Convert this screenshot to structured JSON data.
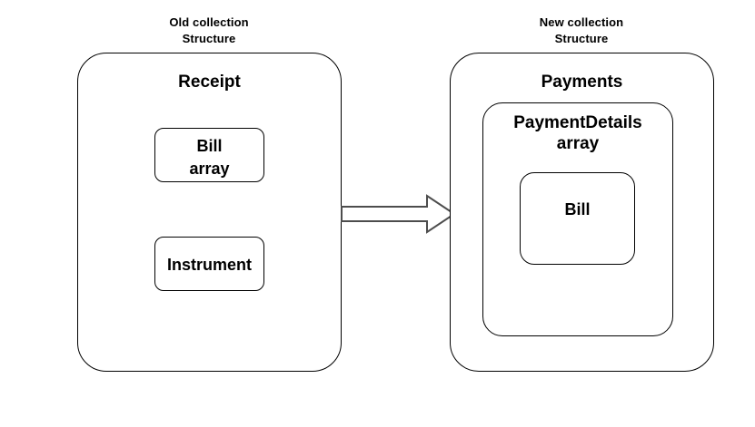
{
  "diagram": {
    "background_color": "#ffffff",
    "stroke_color": "#000000",
    "captions": {
      "left": "Old collection\nStructure",
      "right": "New collection\nStructure"
    },
    "old_structure": {
      "title": "Receipt",
      "children": [
        {
          "title": "Bill\narray"
        },
        {
          "title": "Instrument"
        }
      ]
    },
    "new_structure": {
      "title": "Payments",
      "children": [
        {
          "title": "PaymentDetails\narray",
          "children": [
            {
              "title": "Bill"
            }
          ]
        }
      ]
    },
    "connector": {
      "icon": "block-arrow-right-icon",
      "direction": "right",
      "fill": "#ffffff",
      "stroke": "#4d4d4d"
    }
  }
}
